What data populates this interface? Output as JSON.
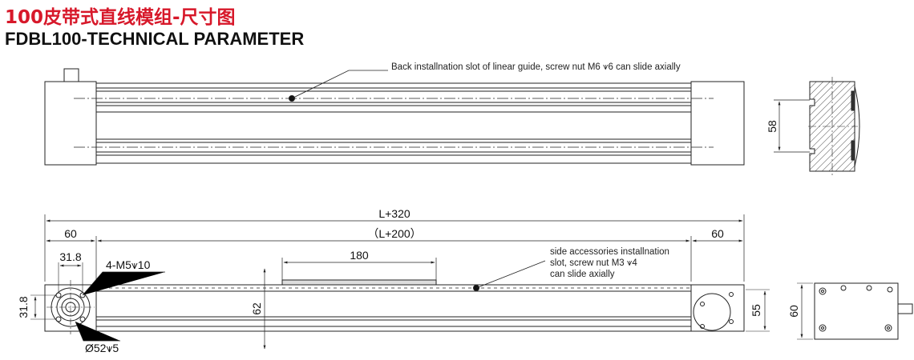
{
  "title_cn": "100皮带式直线模组-尺寸图",
  "title_en": "FDBL100-TECHNICAL PARAMETER",
  "annotations": {
    "top_note": "Back installnation slot of linear guide, screw nut M6 ⩛6  can slide axially",
    "side_note_1": "side accessories installnation",
    "side_note_2": "slot, screw nut M3 ⩛4",
    "side_note_3": "can slide axially"
  },
  "dimensions": {
    "section_height": "58",
    "total_length": "L+320",
    "inner_length": "（L+200）",
    "left_end": "60",
    "right_end": "60",
    "bolt_circle": "31.8",
    "bolt_circle_v": "31.8",
    "holes": "4-M5⩛10",
    "carriage": "180",
    "height_62": "62",
    "height_55": "55",
    "height_60": "60",
    "bore": "Ø52⩛5"
  },
  "colors": {
    "title_red": "#d7182a",
    "line": "#222222",
    "fill": "#d9d9d9"
  }
}
